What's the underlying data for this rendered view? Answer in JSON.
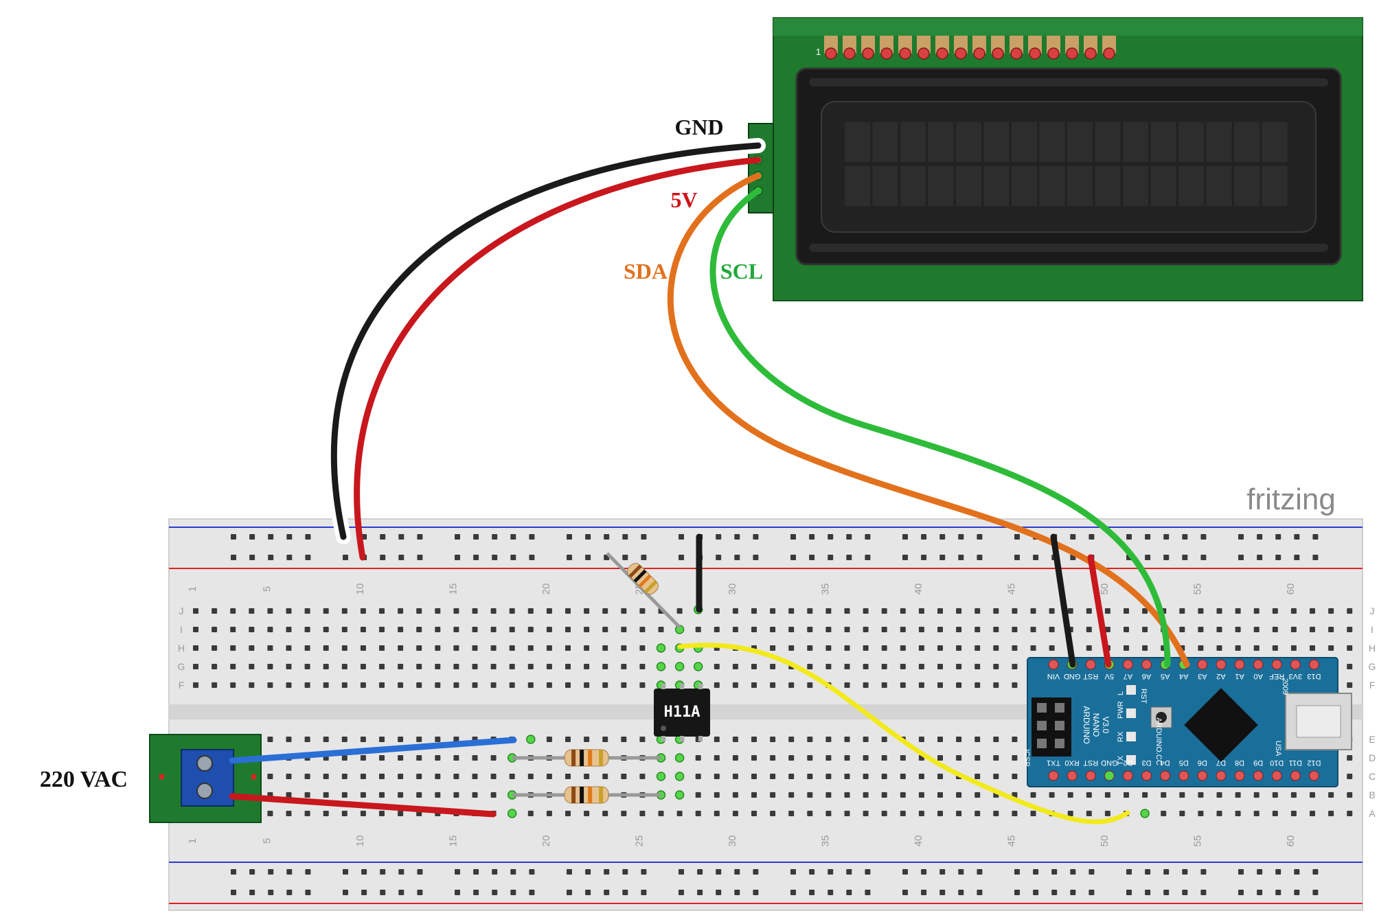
{
  "watermark": {
    "text": "fritzing"
  },
  "labels": {
    "gnd": "GND",
    "five_v": "5V",
    "sda": "SDA",
    "scl": "SCL",
    "ac": "220 VAC"
  },
  "lcd": {
    "pin1": "1"
  },
  "ic": {
    "label": "H11A"
  },
  "breadboard": {
    "col_numbers": [
      "1",
      "5",
      "10",
      "15",
      "20",
      "25",
      "30",
      "35",
      "40",
      "45",
      "50",
      "55",
      "60"
    ],
    "rows_top": [
      "J",
      "I",
      "H",
      "G",
      "F"
    ],
    "rows_bottom": [
      "E",
      "D",
      "C",
      "B",
      "A"
    ]
  },
  "nano": {
    "top_pins": [
      "D12",
      "D11",
      "D10",
      "D9",
      "D8",
      "D7",
      "D6",
      "D5",
      "D4",
      "D3",
      "D2",
      "GND",
      "RST",
      "RX0",
      "TX1"
    ],
    "bottom_pins": [
      "VIN",
      "GND",
      "RST",
      "5V",
      "A7",
      "A6",
      "A5",
      "A4",
      "A3",
      "A2",
      "A1",
      "A0",
      "REF",
      "3V3",
      "D13"
    ],
    "board_text": [
      "ARDUINO",
      "NANO",
      "V3.0"
    ],
    "icsp": "ICSP",
    "leds": [
      "L",
      "PWR",
      "RX",
      "TX"
    ],
    "rst": "RST",
    "brand": "ARDUINO.CC",
    "year": "2009",
    "usb": "USA"
  },
  "colors": {
    "lcd_green": "#1f7a2e",
    "wire_black": "#1a1a1a",
    "wire_red": "#c8171d",
    "wire_orange": "#e2711d",
    "wire_green": "#2fbb3a",
    "wire_yellow": "#f2ea1c",
    "wire_blue": "#2a6fd6",
    "nano_blue": "#1a6f9a"
  }
}
